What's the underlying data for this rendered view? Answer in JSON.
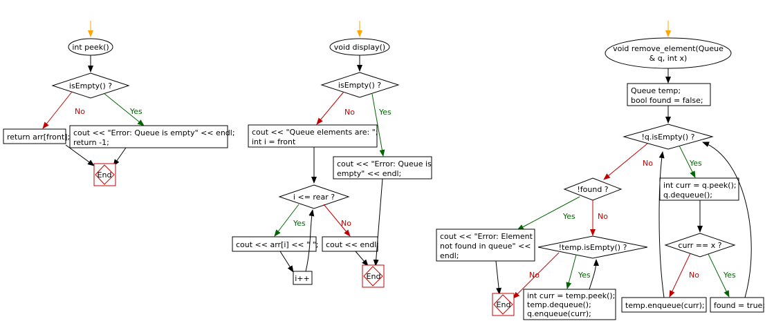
{
  "flowcharts": [
    {
      "start": "int peek()",
      "decision": "isEmpty() ?",
      "no_label": "No",
      "yes_label": "Yes",
      "no_box": [
        "return arr[front];"
      ],
      "yes_box": [
        "cout << \"Error: Queue is empty\" << endl;",
        "return -1;"
      ],
      "end": "End"
    },
    {
      "start": "void display()",
      "decision": "isEmpty() ?",
      "no_label": "No",
      "yes_label": "Yes",
      "init_box": [
        "cout << \"Queue elements are: \";",
        "int i = front"
      ],
      "yes_box": [
        "cout << \"Error: Queue is",
        "empty\" << endl;"
      ],
      "loop_decision": "i <= rear ?",
      "loop_yes_label": "Yes",
      "loop_no_label": "No",
      "loop_body": "cout << arr[i] << \" \";",
      "increment": "i++",
      "after_loop": "cout << endl;",
      "end": "End"
    },
    {
      "start": [
        "void remove_element(Queue",
        "& q, int x)"
      ],
      "init_box": [
        "Queue temp;",
        "bool found = false;"
      ],
      "decision": "!q.isEmpty() ?",
      "no_label": "No",
      "yes_label": "Yes",
      "peek_box": [
        "int curr = q.peek();",
        "q.dequeue();"
      ],
      "compare": "curr == x ?",
      "compare_no_label": "No",
      "compare_yes_label": "Yes",
      "enqueue_temp": "temp.enqueue(curr);",
      "set_found": "found = true;",
      "found_check": "!found ?",
      "found_yes_label": "Yes",
      "found_no_label": "No",
      "not_found_box": [
        "cout << \"Error: Element",
        "not found in queue\" <<",
        "endl;"
      ],
      "temp_check": "!temp.isEmpty() ?",
      "temp_yes_label": "Yes",
      "temp_no_label": "No",
      "restore_box": [
        "int curr = temp.peek();",
        "temp.dequeue();",
        "q.enqueue(curr);"
      ],
      "end": "End"
    }
  ],
  "colors": {
    "start_arrow": "#ffa500",
    "no_edge": "#c00000",
    "yes_edge": "#006400",
    "end_border": "#c00000"
  }
}
